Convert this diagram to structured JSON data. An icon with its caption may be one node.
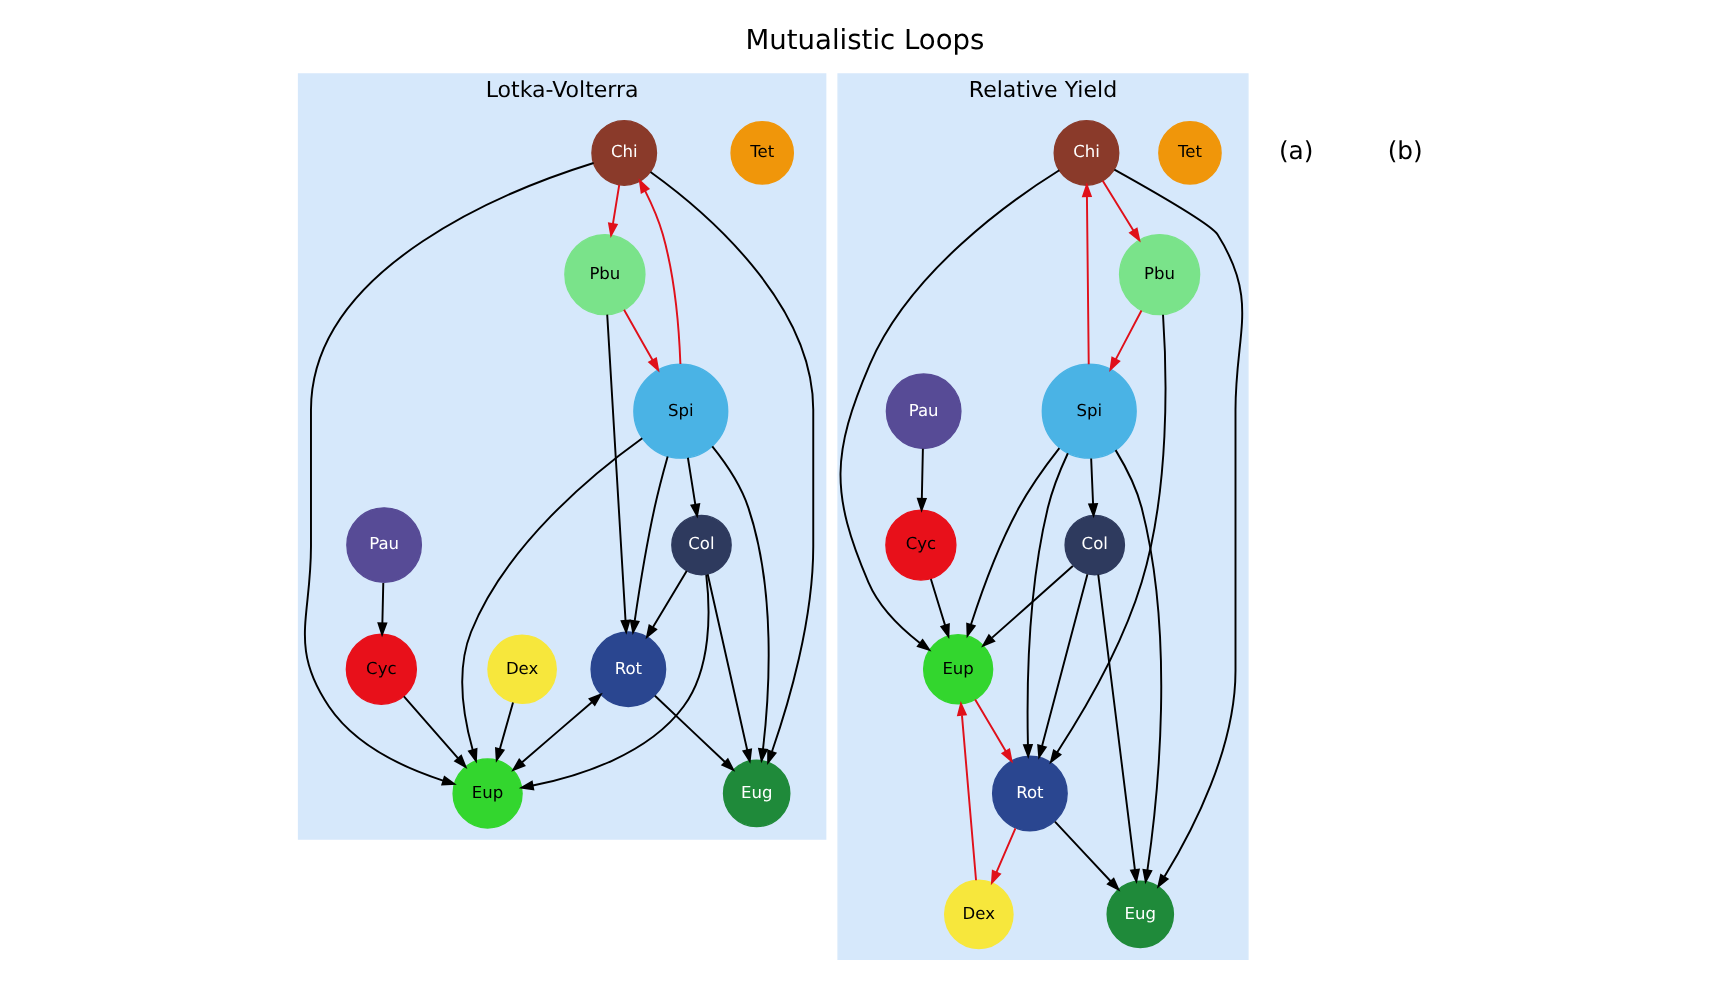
{
  "diagram": {
    "title": "Mutualistic Loops",
    "nodes": [
      {
        "text": [
          "Lotka-Volterra"
        ]
      },
      {
        "text": [
          "Tet"
        ],
        "in": 0
      },
      {
        "text": [
          "Cyc"
        ],
        "in": 0
      },
      {
        "text": [
          "Dex"
        ],
        "in": 0
      },
      {
        "text": [
          "Chi"
        ],
        "in": 0
      },
      {
        "text": [
          "Col"
        ],
        "in": 0
      },
      {
        "text": [
          "Pbu"
        ],
        "in": 0
      },
      {
        "text": [
          "Pau"
        ],
        "in": 0
      },
      {
        "text": [
          "Eup"
        ],
        "in": 0
      },
      {
        "text": [
          "Rot"
        ],
        "in": 0
      },
      {
        "text": [
          "Spi"
        ],
        "in": 0
      },
      {
        "text": [
          "Eug"
        ],
        "in": 0
      },
      {
        "text": [
          "Relative Yield"
        ]
      },
      {
        "text": [
          "Tet"
        ],
        "in": 12
      },
      {
        "text": [
          "Cyc"
        ],
        "in": 12
      },
      {
        "text": [
          "Dex"
        ],
        "in": 12
      },
      {
        "text": [
          "Chi"
        ],
        "in": 12
      },
      {
        "text": [
          "Col"
        ],
        "in": 12
      },
      {
        "text": [
          "Pbu"
        ],
        "in": 12
      },
      {
        "text": [
          "Pau"
        ],
        "in": 12
      },
      {
        "text": [
          "Eup"
        ],
        "in": 12
      },
      {
        "text": [
          "Rot"
        ],
        "in": 12
      },
      {
        "text": [
          "Spi"
        ],
        "in": 12
      },
      {
        "text": [
          "Eug"
        ],
        "in": 12
      }
    ],
    "edges": [
      {
        "from": 7,
        "to": 2,
        "arrow": "to"
      },
      {
        "from": 3,
        "to": 8,
        "arrow": "to"
      },
      {
        "from": 2,
        "to": 8,
        "arrow": "to"
      },
      {
        "from": 4,
        "to": 8,
        "arrow": "to"
      },
      {
        "from": 4,
        "to": 11,
        "arrow": "to"
      },
      {
        "from": 5,
        "to": 8,
        "arrow": "to"
      },
      {
        "from": 5,
        "to": 9,
        "arrow": "to"
      },
      {
        "from": 10,
        "to": 5,
        "arrow": "to"
      },
      {
        "from": 5,
        "to": 11,
        "arrow": "to"
      },
      {
        "from": 6,
        "to": 9,
        "arrow": "to"
      },
      {
        "from": 9,
        "to": 8,
        "arrow": "both"
      },
      {
        "from": 9,
        "to": 11,
        "arrow": "to"
      },
      {
        "from": 10,
        "to": 9,
        "arrow": "to"
      },
      {
        "from": 10,
        "to": 8,
        "arrow": "to"
      },
      {
        "from": 10,
        "to": 11,
        "arrow": "to"
      },
      {
        "from": 10,
        "to": 4,
        "arrow": "to",
        "color": "#e0101a"
      },
      {
        "from": 4,
        "to": 6,
        "arrow": "to",
        "color": "#e0101a"
      },
      {
        "from": 6,
        "to": 10,
        "arrow": "to",
        "color": "#e0101a"
      },
      {
        "from": 19,
        "to": 14,
        "arrow": "to"
      },
      {
        "from": 14,
        "to": 20,
        "arrow": "to"
      },
      {
        "from": 16,
        "to": 20,
        "arrow": "to"
      },
      {
        "from": 16,
        "to": 23,
        "arrow": "to"
      },
      {
        "from": 17,
        "to": 20,
        "arrow": "to"
      },
      {
        "from": 17,
        "to": 21,
        "arrow": "to"
      },
      {
        "from": 22,
        "to": 17,
        "arrow": "to"
      },
      {
        "from": 17,
        "to": 23,
        "arrow": "to"
      },
      {
        "from": 18,
        "to": 21,
        "arrow": "to"
      },
      {
        "from": 21,
        "to": 23,
        "arrow": "to"
      },
      {
        "from": 22,
        "to": 21,
        "arrow": "to"
      },
      {
        "from": 22,
        "to": 20,
        "arrow": "to"
      },
      {
        "from": 22,
        "to": 23,
        "arrow": "to"
      },
      {
        "from": 21,
        "to": 15,
        "arrow": "to",
        "color": "#e0101a"
      },
      {
        "from": 15,
        "to": 20,
        "arrow": "to",
        "color": "#e0101a"
      },
      {
        "from": 20,
        "to": 21,
        "arrow": "to",
        "color": "#e0101a"
      },
      {
        "from": 22,
        "to": 16,
        "arrow": "to",
        "color": "#e0101a"
      },
      {
        "from": 16,
        "to": 18,
        "arrow": "to",
        "color": "#e0101a"
      },
      {
        "from": 18,
        "to": 22,
        "arrow": "to",
        "color": "#e0101a"
      }
    ],
    "labels": [
      "(a)",
      "(b)"
    ]
  }
}
